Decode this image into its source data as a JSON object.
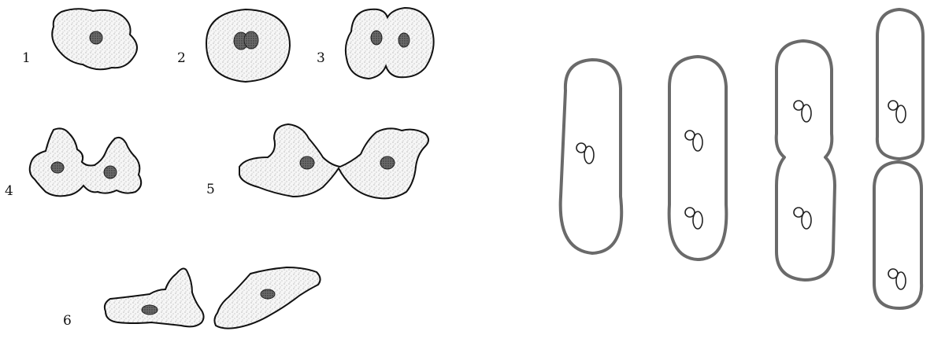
{
  "stages": [
    {
      "label": "1"
    },
    {
      "label": "2"
    },
    {
      "label": "3"
    },
    {
      "label": "4"
    },
    {
      "label": "5"
    },
    {
      "label": "6"
    }
  ],
  "colors": {
    "outline": "#111111",
    "cytoplasm": "#f4f4f4",
    "stipple": "#777777",
    "nucleus": "#555555",
    "bacterium_wall": "#6a6a6a"
  }
}
